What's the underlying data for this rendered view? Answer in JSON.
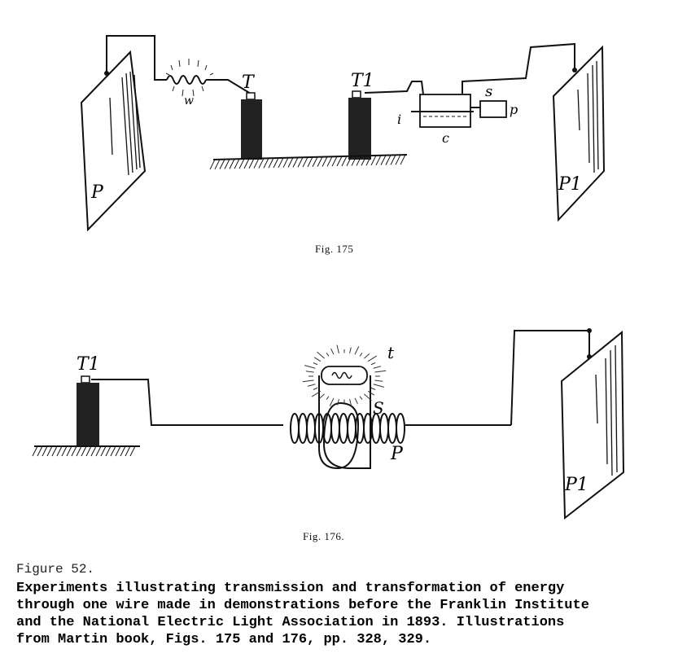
{
  "figures": [
    {
      "caption": "Fig. 175",
      "labels": {
        "plate_left": "P",
        "plate_right": "P1",
        "terminal_left": "T",
        "terminal_right": "T1",
        "coil": "w",
        "vessel": "c",
        "inlet": "i",
        "secondary": "s",
        "plug": "p"
      }
    },
    {
      "caption": "Fig. 176.",
      "labels": {
        "terminal": "T1",
        "lamp": "t",
        "secondary": "S",
        "primary": "P",
        "plate": "P1"
      }
    }
  ],
  "caption": {
    "title": "Figure 52.",
    "body": "Experiments illustrating transmission and transformation of energy\nthrough one wire made in demonstrations before the Franklin Institute\nand the National Electric Light Association in 1893.  Illustrations\nfrom Martin book, Figs. 175 and 176, pp. 328, 329."
  }
}
